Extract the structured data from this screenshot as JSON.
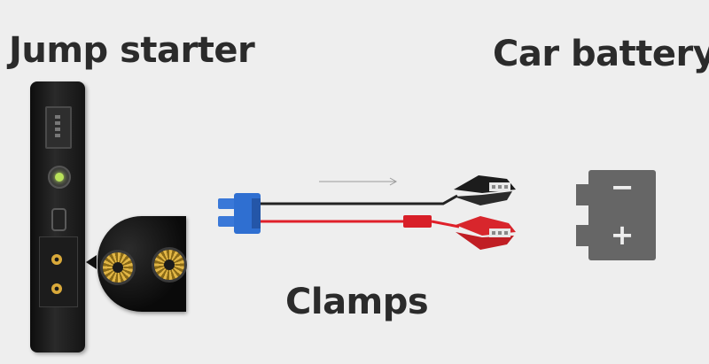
{
  "labels": {
    "jump_starter": "Jump starter",
    "car_battery": "Car battery",
    "clamps": "Clamps"
  },
  "colors": {
    "background": "#eeeeee",
    "text": "#2b2b2b",
    "device_body": "#1a1a1a",
    "power_button_light": "#b9e35a",
    "connector_blue": "#2f6fd1",
    "cable_black": "#222222",
    "cable_red": "#e0202a",
    "clamp_black": "#1c1c1c",
    "clamp_red": "#d8262c",
    "battery_gray": "#666666",
    "port_gold": "#d9a93a"
  },
  "icons": {
    "battery": "car-battery-icon",
    "clamp": "alligator-clamp-icon",
    "connector": "ec5-connector-icon",
    "arrow": "arrow-right-icon"
  },
  "battery_icon": {
    "negative_symbol": "−",
    "positive_symbol": "+"
  }
}
